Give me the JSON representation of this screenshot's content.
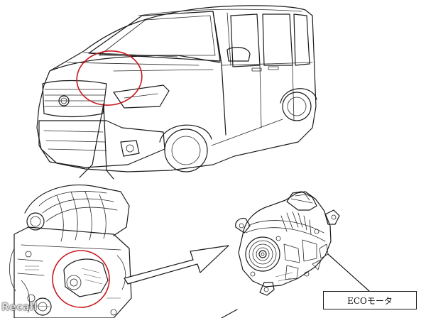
{
  "labels": {
    "eco_motor": "ECOモータ"
  },
  "watermark": {
    "text": "Recall"
  },
  "colors": {
    "highlight_circle": "#c8181e",
    "line": "#1a1a1a",
    "background": "#ffffff"
  },
  "icons": {
    "vehicle": "minivan-line-drawing",
    "engine": "engine-line-drawing",
    "part": "alternator-eco-motor-drawing"
  }
}
